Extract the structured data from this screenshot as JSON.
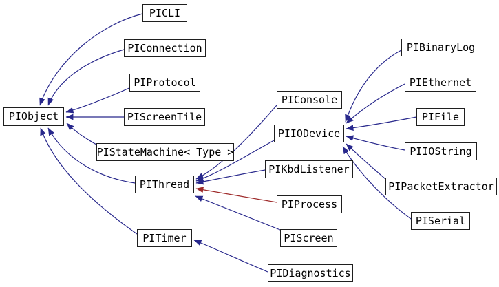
{
  "diagram": {
    "kind": "class-inheritance-graph",
    "nodes": {
      "piobject": "PIObject",
      "picli": "PICLI",
      "piconnection": "PIConnection",
      "piprotocol": "PIProtocol",
      "piscreentile": "PIScreenTile",
      "pistatemachine": "PIStateMachine< Type >",
      "pithread": "PIThread",
      "pitimer": "PITimer",
      "piconsole": "PIConsole",
      "piiodevice": "PIIODevice",
      "pikbdlistener": "PIKbdListener",
      "piprocess": "PIProcess",
      "piscreen": "PIScreen",
      "pidiagnostics": "PIDiagnostics",
      "pibinarylog": "PIBinaryLog",
      "piethernet": "PIEthernet",
      "pifile": "PIFile",
      "piiostring": "PIIOString",
      "pipacketextractor": "PIPacketExtractor",
      "piserial": "PISerial"
    },
    "edges": [
      {
        "from": "picli",
        "to": "piobject",
        "relation": "public"
      },
      {
        "from": "piconnection",
        "to": "piobject",
        "relation": "public"
      },
      {
        "from": "piprotocol",
        "to": "piobject",
        "relation": "public"
      },
      {
        "from": "piscreentile",
        "to": "piobject",
        "relation": "public"
      },
      {
        "from": "pistatemachine",
        "to": "piobject",
        "relation": "public"
      },
      {
        "from": "pithread",
        "to": "piobject",
        "relation": "public"
      },
      {
        "from": "pitimer",
        "to": "piobject",
        "relation": "public"
      },
      {
        "from": "piconsole",
        "to": "pithread",
        "relation": "public"
      },
      {
        "from": "piiodevice",
        "to": "pithread",
        "relation": "public"
      },
      {
        "from": "pikbdlistener",
        "to": "pithread",
        "relation": "public"
      },
      {
        "from": "piprocess",
        "to": "pithread",
        "relation": "non-public"
      },
      {
        "from": "piscreen",
        "to": "pithread",
        "relation": "public"
      },
      {
        "from": "pidiagnostics",
        "to": "pitimer",
        "relation": "public"
      },
      {
        "from": "pibinarylog",
        "to": "piiodevice",
        "relation": "public"
      },
      {
        "from": "piethernet",
        "to": "piiodevice",
        "relation": "public"
      },
      {
        "from": "pifile",
        "to": "piiodevice",
        "relation": "public"
      },
      {
        "from": "piiostring",
        "to": "piiodevice",
        "relation": "public"
      },
      {
        "from": "pipacketextractor",
        "to": "piiodevice",
        "relation": "public"
      },
      {
        "from": "piserial",
        "to": "piiodevice",
        "relation": "public"
      }
    ],
    "colors": {
      "public_edge": "#28288c",
      "non_public_edge": "#9e2a2a",
      "node_border": "#1f1f1f",
      "node_fill": "#ffffff",
      "text": "#000000",
      "background": "#ffffff"
    }
  }
}
